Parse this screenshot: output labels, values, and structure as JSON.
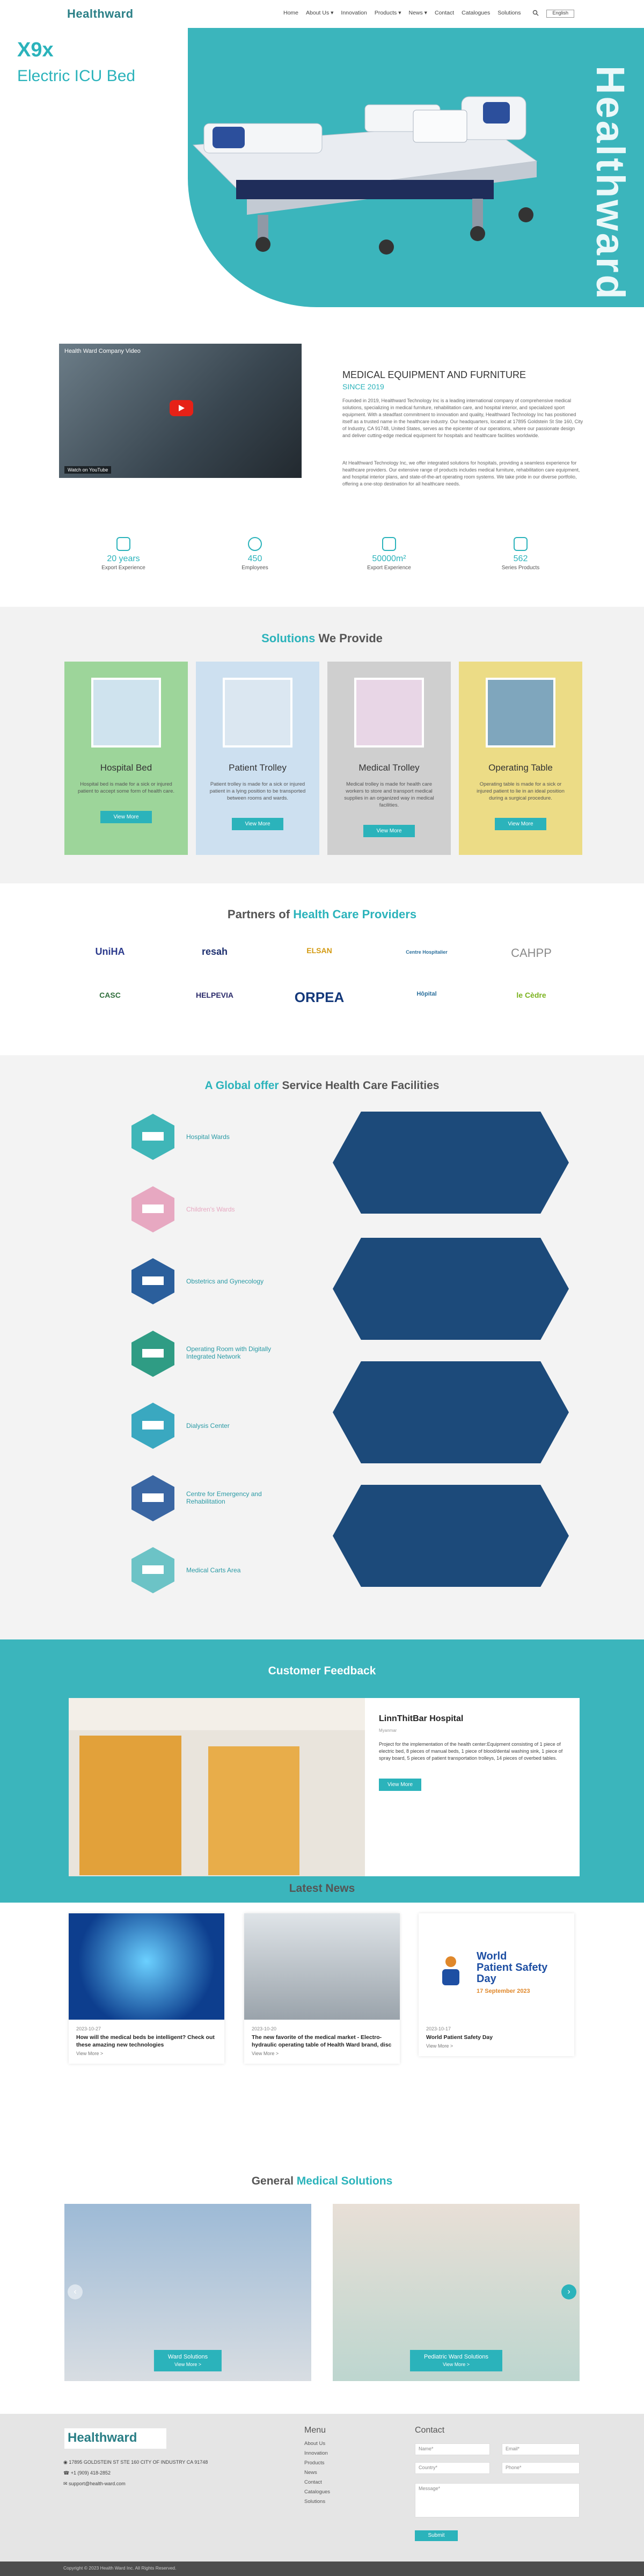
{
  "header": {
    "logo": "Healthward",
    "nav": [
      "Home",
      "About Us ▾",
      "Innovation",
      "Products ▾",
      "News ▾",
      "Contact",
      "Catalogues",
      "Solutions"
    ],
    "lang": "English"
  },
  "hero": {
    "model": "X9x",
    "subtitle": "Electric ICU Bed",
    "vertical_word": "Healthward"
  },
  "video": {
    "title": "Health Ward Company Video",
    "watch_on": "Watch on YouTube"
  },
  "about": {
    "heading": "MEDICAL EQUIPMENT AND FURNITURE",
    "since": "SINCE 2019",
    "p1": "Founded in 2019, Healthward Technology Inc is a leading international company of comprehensive medical solutions, specializing in medical furniture, rehabilitation care, and hospital interior, and specialized sport equipment. With a steadfast commitment to innovation and quality, Healthward Technology Inc has positioned itself as a trusted name in the healthcare industry. Our headquarters, located at 17895 Goldstein St Ste 160, City of Industry, CA 91748, United States, serves as the epicenter of our operations, where our passionate design and deliver cutting-edge medical equipment for hospitals and healthcare facilities worldwide.",
    "p2": "At Healthward Technology Inc, we offer integrated solutions for hospitals, providing a seamless experience for healthcare providers. Our extensive range of products includes medical furniture, rehabilitation care equipment, and hospital interior plans, and state-of-the-art operating room systems. We take pride in our diverse portfolio, offering a one-stop destination for all healthcare needs."
  },
  "stats": [
    {
      "num": "20 years",
      "label": "Export Experience"
    },
    {
      "num": "450",
      "label": "Employees"
    },
    {
      "num": "50000m²",
      "label": "Export Experience"
    },
    {
      "num": "562",
      "label": "Series Products"
    }
  ],
  "solutions": {
    "title_a": "Solutions",
    "title_b": "We Provide",
    "cards": [
      {
        "title": "Hospital Bed",
        "desc": "Hospital bed is made for a sick or injured patient to accept some form of health care.",
        "btn": "View More",
        "bg": "#9dd59a"
      },
      {
        "title": "Patient Trolley",
        "desc": "Patient trolley is made for a sick or injured patient in a lying position to be transported between rooms and wards.",
        "btn": "View More",
        "bg": "#cde0f0"
      },
      {
        "title": "Medical Trolley",
        "desc": "Medical trolley is made for health care workers to store and transport medical supplies in an organized way in medical facilities.",
        "btn": "View More",
        "bg": "#cfcfcf"
      },
      {
        "title": "Operating Table",
        "desc": "Operating table is made for a sick or injured patient to lie in an ideal position during a surgical procedure.",
        "btn": "View More",
        "bg": "#ecdc86"
      }
    ]
  },
  "partners": {
    "title_a": "Partners of",
    "title_b": "Health Care Providers",
    "logos": [
      "UniHA",
      "resah",
      "ELSAN",
      "Centre Hospitalier",
      "CAHPP",
      "CASC",
      "HELPEVIA",
      "ORPEA",
      "Hôpital",
      "le Cèdre"
    ]
  },
  "facilities": {
    "title_a": "A Global offer",
    "title_b": "Service Health Care Facilities",
    "items": [
      {
        "label": "Hospital Wards",
        "color": "#3fb6b8"
      },
      {
        "label": "Children's Wards",
        "color": "#e7a8c1"
      },
      {
        "label": "Obstetrics and Gynecology",
        "color": "#2b5f9c"
      },
      {
        "label": "Operating Room with Digitally Integrated Network",
        "color": "#2f9c84"
      },
      {
        "label": "Dialysis Center",
        "color": "#3aa8c0"
      },
      {
        "label": "Centre for Emergency and Rehabilitation",
        "color": "#3a66a3"
      },
      {
        "label": "Medical Carts Area",
        "color": "#6cc3c6"
      }
    ]
  },
  "feedback": {
    "title": "Customer Feedback",
    "name": "LinnThitBar Hospital",
    "country": "Myanmar",
    "text": "Project for the implementation of the health center:Equipment consisting of 1 piece of electric bed, 8 pieces of manual beds, 1 piece of blood/dental washing sink, 1 piece of spray board, 5 pieces of patient transportation trolleys, 14 pieces of overbed tables.",
    "btn": "View More"
  },
  "news": {
    "title": "Latest News",
    "items": [
      {
        "date": "2023-10-27",
        "title": "How will the medical beds be intelligent? Check out these amazing new technologies",
        "more": "View More >"
      },
      {
        "date": "2023-10-20",
        "title": "The new favorite of the medical market - Electro-hydraulic operating table of Health Ward brand, disc",
        "more": "View More >"
      },
      {
        "date": "2023-10-17",
        "title": "World Patient Safety Day",
        "more": "View More >"
      }
    ],
    "wpsd": {
      "l1": "World",
      "l2": "Patient Safety",
      "l3": "Day",
      "date": "17 September 2023"
    }
  },
  "gms": {
    "title_a": "General",
    "title_b": "Medical Solutions",
    "items": [
      {
        "btn1": "Ward Solutions",
        "btn2": "View More >"
      },
      {
        "btn1": "Pediatric Ward Solutions",
        "btn2": "View More >"
      }
    ]
  },
  "footer": {
    "logo": "Healthward",
    "address": "17895 GOLDSTEIN ST STE 160 CITY OF INDUSTRY CA 91748",
    "phone": "+1 (909) 418-2852",
    "email": "support@health-ward.com",
    "menu_h": "Menu",
    "menu": [
      "About Us",
      "Innovation",
      "Products",
      "News",
      "Contact",
      "Catalogues",
      "Solutions"
    ],
    "contact_h": "Contact",
    "ph_name": "Name*",
    "ph_email": "Email*",
    "ph_country": "Country*",
    "ph_phone": "Phone*",
    "ph_message": "Message*",
    "submit": "Submit",
    "copyright": "Copyright © 2023 Health Ward Inc. All Rights Reserved."
  },
  "colors": {
    "accent": "#2bb3bb",
    "footer_bg": "#e5e5e5"
  }
}
